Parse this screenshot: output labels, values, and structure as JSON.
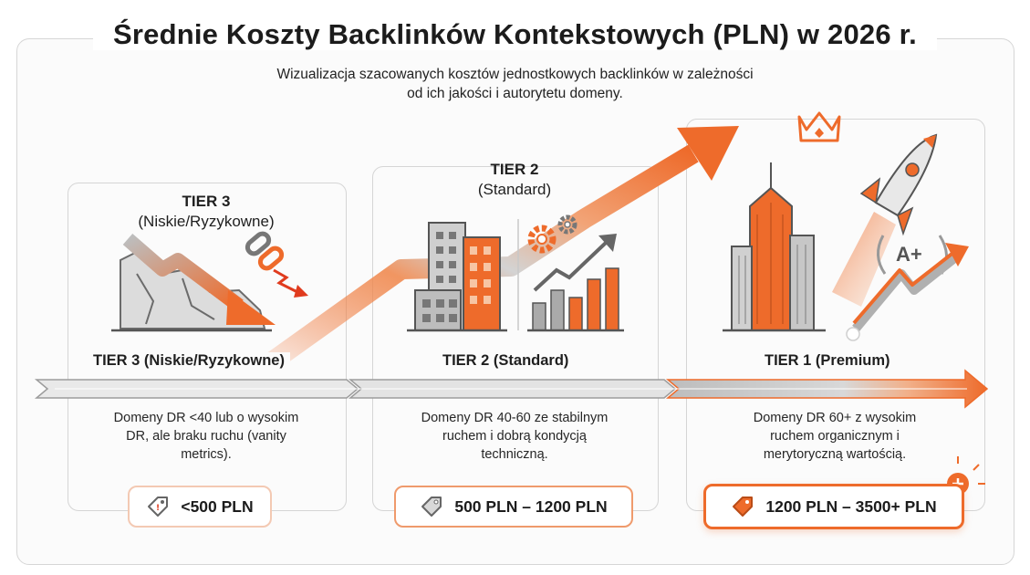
{
  "header": {
    "title": "Średnie Koszty Backlinków Kontekstowych (PLN) w 2026 r.",
    "subtitle_line1": "Wizualizacja szacowanych kosztów jednostkowych backlinków w zależności",
    "subtitle_line2": "od ich jakości i autorytetu domeny."
  },
  "tiers": [
    {
      "id": "tier3",
      "head_title": "TIER 3",
      "head_sub": "(Niskie/Ryzykowne)",
      "label": "TIER 3 (Niskie/Ryzykowne)",
      "desc": [
        "Domeny DR <40 lub o wysokim",
        "DR, ale braku ruchu (vanity",
        "metrics)."
      ],
      "price": "<500 PLN"
    },
    {
      "id": "tier2",
      "head_title": "TIER 2",
      "head_sub": "(Standard)",
      "label": "TIER 2 (Standard)",
      "desc": [
        "Domeny DR 40-60 ze stabilnym",
        "ruchem i dobrą kondycją",
        "techniczną."
      ],
      "price": "500 PLN – 1200 PLN"
    },
    {
      "id": "tier1",
      "label": "TIER 1 (Premium)",
      "desc": [
        "Domeny DR 60+ z wysokim",
        "ruchem organicznym i",
        "merytoryczną wartością."
      ],
      "price": "1200 PLN – 3500+ PLN",
      "badge": "A+"
    }
  ],
  "colors": {
    "accent": "#ee6b2b",
    "accent_light": "#f4a070",
    "gray_dark": "#6b6b6b",
    "gray_light": "#c9c9c9",
    "frame": "#d6d6d6"
  },
  "icons": [
    "cracked-ground-icon",
    "down-arrow-icon",
    "broken-link-icon",
    "buildings-icon",
    "gears-icon",
    "bar-chart-icon",
    "skyscraper-icon",
    "rocket-icon",
    "crown-icon",
    "laurel-icon",
    "price-tag-icon",
    "plus-badge-icon"
  ]
}
